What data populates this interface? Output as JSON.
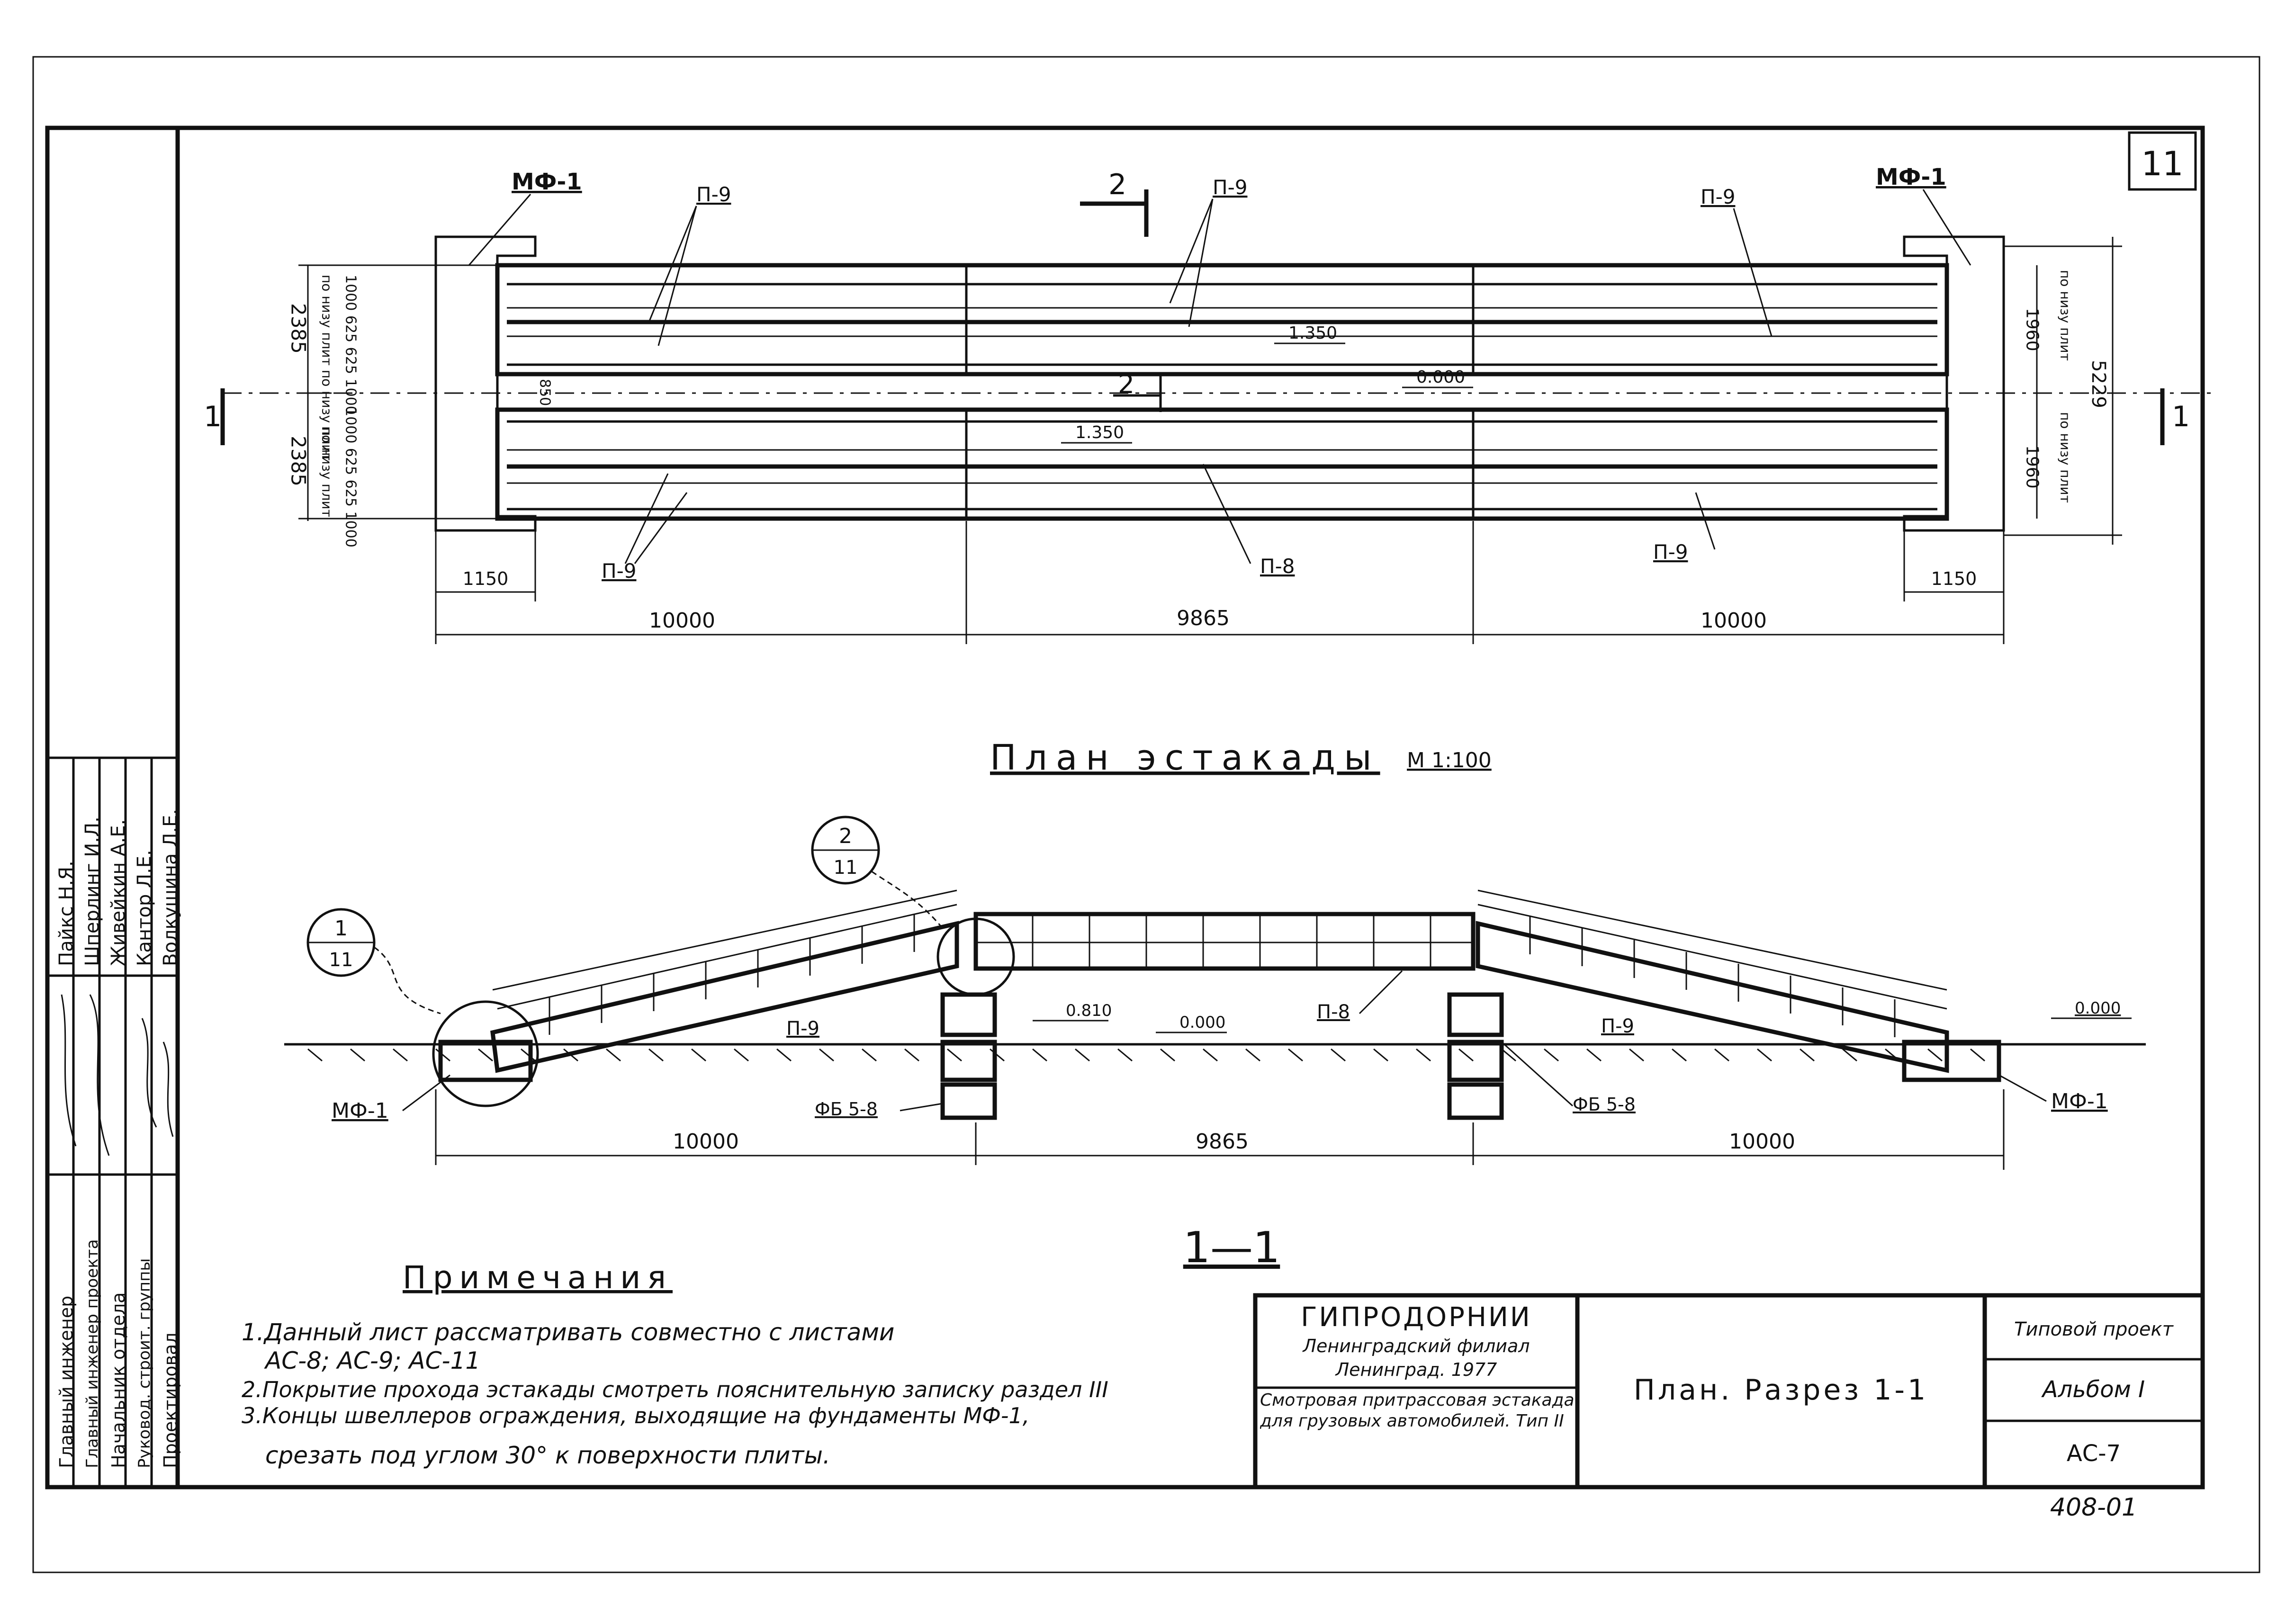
{
  "sheet": {
    "sheet_number": "11",
    "album_code": "408-01"
  },
  "plan": {
    "title": "План эстакады",
    "scale": "М 1:100",
    "labels": {
      "mf_left": "МФ-1",
      "mf_right": "МФ-1",
      "p9_top_left": "П-9",
      "p9_top_mid": "П-9",
      "p9_top_right": "П-9",
      "p9_bot_left": "П-9",
      "p8_bot_mid": "П-8",
      "p9_bot_right": "П-9",
      "section_2_top": "2",
      "section_2_mid": "2",
      "section_1_left": "1",
      "section_1_right": "1",
      "elev_1": "1.350",
      "elev_2": "1.350",
      "elev_3": "0.000"
    },
    "dims": {
      "w_left": "10000",
      "w_mid": "9865",
      "w_right": "10000",
      "end_left": "1150",
      "end_right": "1150",
      "h_total": "5229",
      "left_upper": "2385",
      "left_lower": "2385",
      "left_upper_detail": "1000 625 625 1000",
      "left_upper_note": "по низу плит по низу плит",
      "left_lower_detail": "1000 625 625 1000",
      "left_lower_note": "по низу плит",
      "gap": "850",
      "right_upper": "1960",
      "right_lower": "1960",
      "right_upper_note": "по низу плит",
      "right_lower_note": "по низу плит"
    }
  },
  "section": {
    "title": "1—1",
    "labels": {
      "mf_left": "МФ-1",
      "mf_right": "МФ-1",
      "fb_left": "ФБ 5-8",
      "fb_right": "ФБ 5-8",
      "p9_left": "П-9",
      "p8_mid": "П-8",
      "p9_right": "П-9",
      "elev_a": "0.810",
      "elev_b": "0.000",
      "elev_c": "0.000",
      "callout1_top": "1",
      "callout1_bot": "11",
      "callout2_top": "2",
      "callout2_bot": "11"
    },
    "dims": {
      "w_left": "10000",
      "w_mid": "9865",
      "w_right": "10000"
    }
  },
  "notes": {
    "title": "Примечания",
    "lines": [
      "1.Данный лист рассматривать совместно с листами",
      "АС-8; АС-9; АС-11",
      "2.Покрытие прохода эстакады смотреть пояснительную записку раздел III",
      "3.Концы швеллеров ограждения, выходящие на фундаменты МФ-1,",
      "срезать под углом 30° к поверхности плиты."
    ]
  },
  "signatures": {
    "roles": [
      "Главный инженер",
      "Главный инженер проекта",
      "Начальник отдела",
      "Руковод. строит. группы",
      "Проектировал"
    ],
    "names": [
      "Пайкс Н.Я.",
      "Шперлинг И.Л.",
      "Живейкин А.Е.",
      "Кантор Л.Е.",
      "Волкушина Л.Е."
    ]
  },
  "title_block": {
    "org": "ГИПРОДОРНИИ",
    "branch": "Ленинградский филиал",
    "city_year": "Ленинград. 1977",
    "description": "Смотровая притрассовая эстакада для грузовых автомобилей. Тип II",
    "sheet_title": "План. Разрез 1-1",
    "project_type": "Типовой проект",
    "album": "Альбом I",
    "sheet_code": "АС-7"
  }
}
